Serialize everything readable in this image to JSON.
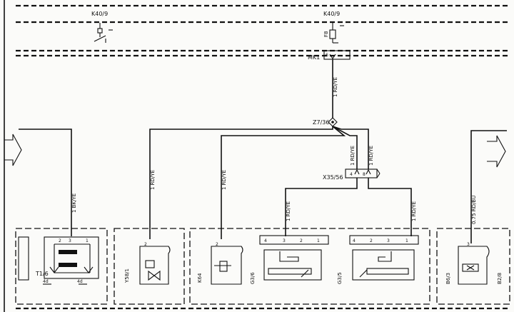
{
  "top_components": {
    "k40_9_left": "K40/9",
    "k40_9_right": "K40/9",
    "fuse": "F8"
  },
  "connectors": {
    "mk1": "MK1",
    "mk1_pin": "6",
    "splice": "Z7/36",
    "x35_56": "X35/56",
    "x35_pin_left": "4",
    "x35_pin_right": "8"
  },
  "wire_labels": {
    "w_main": "1 RD/YE",
    "w_t16": "1 BK/YE",
    "w_y58": "1 RD/YE",
    "w_k64": "1 RD/YE",
    "w_x35_left": "1 RD/YE",
    "w_x35_right": "1 RD/YE",
    "w_g36": "1 RD/YE",
    "w_g35": "1 RD/YE",
    "w_b63": "0.75 RD/BU"
  },
  "components": {
    "t1_6": "T1/6",
    "t1_6_left_pin": "4d",
    "t1_6_right_pin": "4d",
    "y58_1": "Y58/1",
    "k64": "K64",
    "g3_6": "G3/6",
    "g3_5": "G3/5",
    "b6_3": "B6/3",
    "b2_8": "B2/8"
  },
  "pins": {
    "y58_pin": "2",
    "k64_pin": "2",
    "g36_pins": [
      "4",
      "3",
      "2",
      "1"
    ],
    "g35_pins": [
      "4",
      "2",
      "3",
      "1"
    ],
    "b63_pin": "3",
    "t16_pins": [
      "2",
      "3",
      "1"
    ]
  }
}
